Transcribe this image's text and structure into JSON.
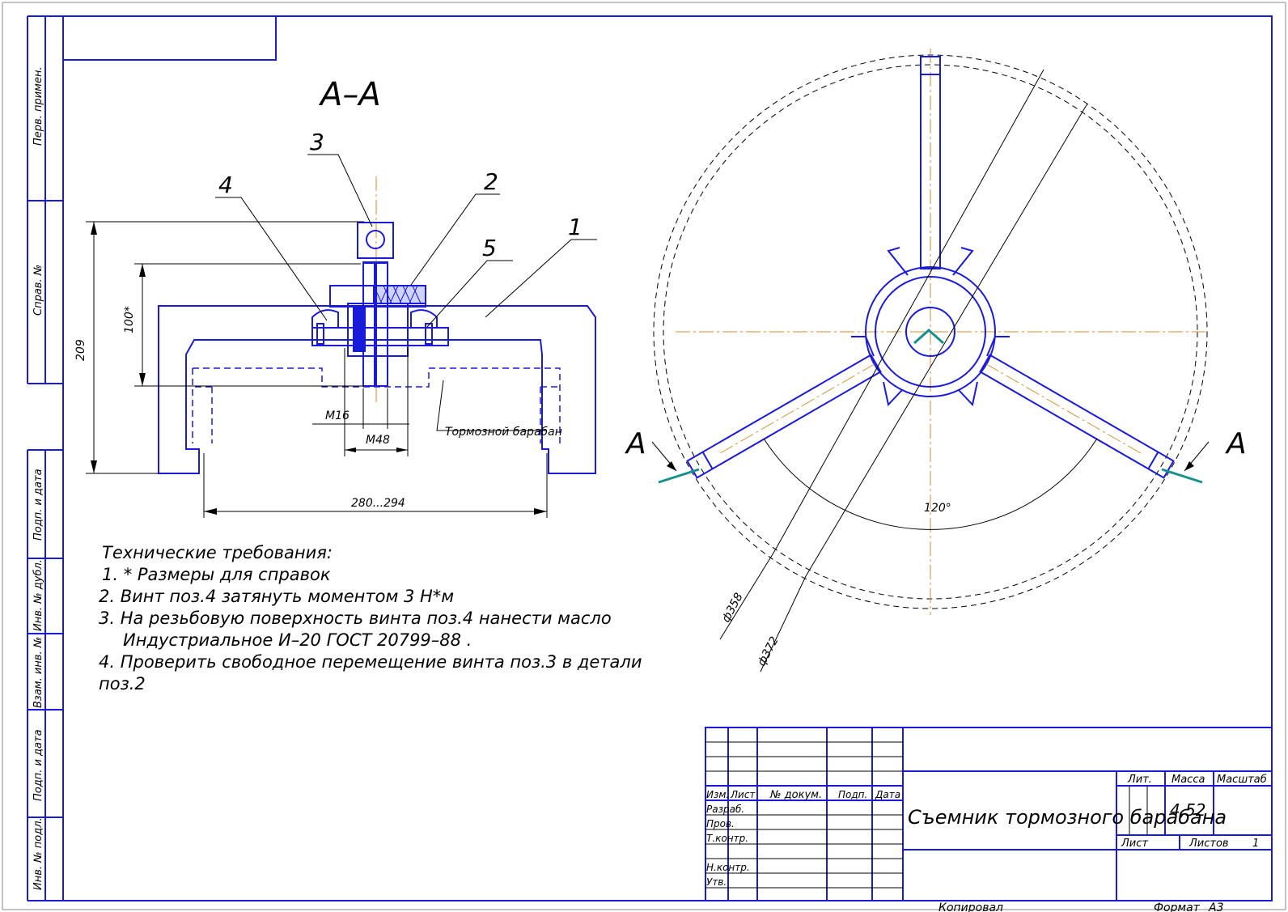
{
  "section_label": "А–А",
  "leaders": [
    "1",
    "2",
    "3",
    "4",
    "5"
  ],
  "dimensions": {
    "d209": "209",
    "d100": "100*",
    "m16": "М16",
    "m48": "М48",
    "d280": "280...294",
    "drum": "Тормозной барабан",
    "angle": "120°",
    "d358": "ф358",
    "d372": "ф372"
  },
  "cut_marks": [
    "А",
    "А"
  ],
  "tech_requirements": {
    "title": "Технические требования:",
    "items": [
      "1.  * Размеры для справок",
      "2. Винт поз.4  затянуть моментом 3 Н*м",
      "3.  На резьбовую поверхность винта поз.4 нанести масло",
      "Индустриальное И–20 ГОСТ 20799–88 .",
      "4. Проверить свободное перемещение винта поз.3 в детали",
      "поз.2"
    ]
  },
  "side_labels": [
    "Перв. примен.",
    "Справ. №",
    "Подп. и дата",
    "Инв. № дубл.",
    "Взам. инв. №",
    "Подп. и дата",
    "Инв. № подл."
  ],
  "title_block": {
    "title": "Съемник тормозного барабана",
    "col_izm": "Изм.",
    "col_list": "Лист",
    "col_doc": "№ докум.",
    "col_sign": "Подп.",
    "col_date": "Дата",
    "row_razrab": "Разраб.",
    "row_prov": "Пров.",
    "row_tkontr": "Т.контр.",
    "row_nkontr": "Н.контр.",
    "row_utv": "Утв.",
    "lit": "Лит.",
    "massa": "Масса",
    "masshtab": "Масштаб",
    "mass_value": "4,52",
    "list": "Лист",
    "listov": "Листов",
    "listov_value": "1",
    "kopiroval": "Копировал",
    "format": "Формат",
    "format_value": "А3"
  }
}
